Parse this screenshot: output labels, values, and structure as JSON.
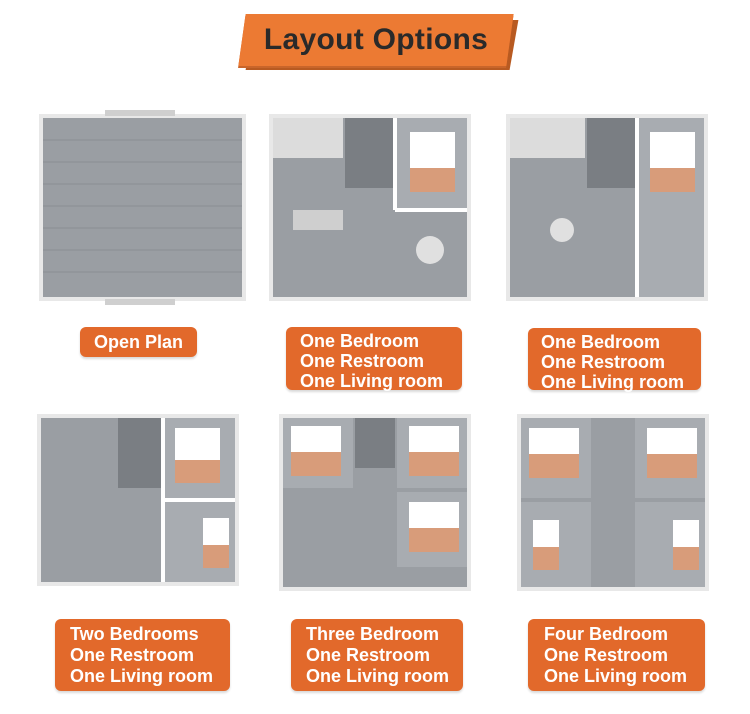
{
  "title": "Layout Options",
  "colors": {
    "accent": "#e2692b",
    "title_bg": "#ec7a33",
    "floor": "#9a9ea3",
    "wall": "#f2f2f2"
  },
  "plans": [
    {
      "id": "open-plan",
      "lines": [
        "Open Plan"
      ]
    },
    {
      "id": "one-bedroom-a",
      "lines": [
        "One Bedroom",
        "One Restroom",
        "One Living room"
      ]
    },
    {
      "id": "one-bedroom-b",
      "lines": [
        "One Bedroom",
        "One Restroom",
        "One Living room"
      ]
    },
    {
      "id": "two-bedrooms",
      "lines": [
        "Two Bedrooms",
        "One Restroom",
        "One Living room"
      ]
    },
    {
      "id": "three-bedroom",
      "lines": [
        "Three Bedroom",
        "One Restroom",
        "One Living room"
      ]
    },
    {
      "id": "four-bedroom",
      "lines": [
        "Four Bedroom",
        "One Restroom",
        "One Living room"
      ]
    }
  ]
}
